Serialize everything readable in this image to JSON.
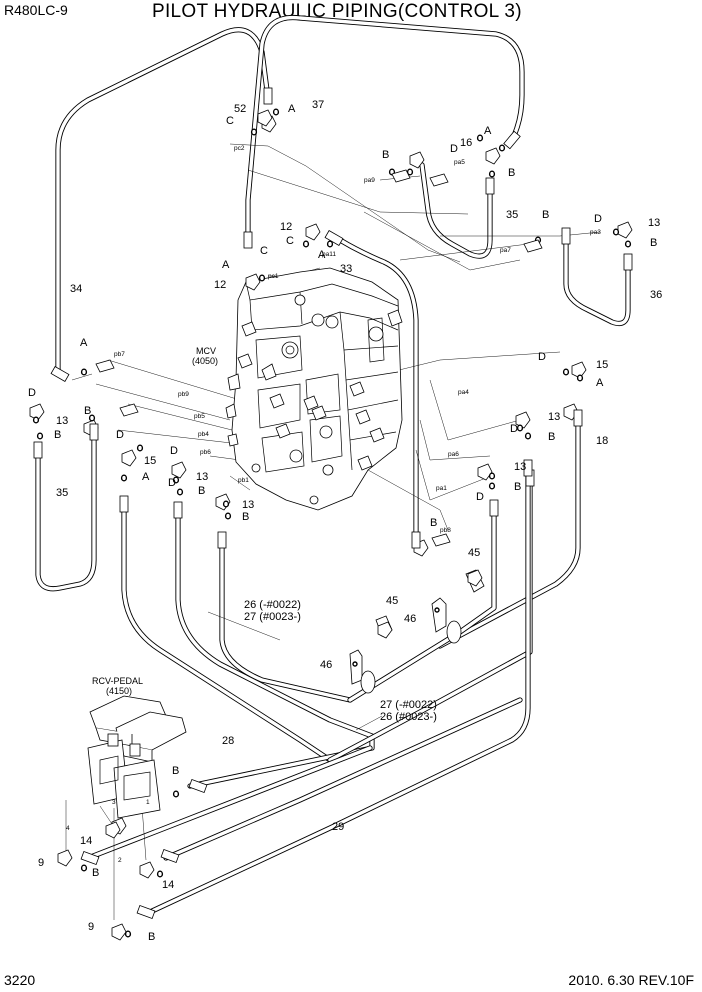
{
  "header": {
    "model": "R480LC-9",
    "title": "PILOT HYDRAULIC PIPING(CONTROL 3)"
  },
  "footer": {
    "page_number": "3220",
    "revision": "2010. 6.30  REV.10F"
  },
  "assemblies": {
    "mcv_name": "MCV",
    "mcv_code": "(4050)",
    "rcv_name": "RCV-PEDAL",
    "rcv_code": "(4150)"
  },
  "callouts": {
    "n52": "52",
    "n37": "37",
    "n16": "16",
    "n35a": "35",
    "n12a": "12",
    "n12b": "12",
    "n33": "33",
    "n13a": "13",
    "n36": "36",
    "n34": "34",
    "n15a": "15",
    "n13b": "13",
    "n13c": "13",
    "n15b": "15",
    "n13d": "13",
    "n13e": "13",
    "n13f": "13",
    "n18": "18",
    "n35b": "35",
    "n45a": "45",
    "n45b": "45",
    "n46a": "46",
    "n46b": "46",
    "n26a": "26 (-#0022)",
    "n27a": "27 (#0023-)",
    "n27b": "27 (-#0022)",
    "n26b": "26 (#0023-)",
    "n28": "28",
    "n29": "29",
    "n14a": "14",
    "n14b": "14",
    "n9a": "9",
    "n9b": "9"
  },
  "ports": [
    "pc2",
    "pc1",
    "pa11",
    "pa9",
    "pa5",
    "pa7",
    "pa3",
    "pb7",
    "pb9",
    "pb5",
    "pb4",
    "pb6",
    "pb1",
    "pa4",
    "pa6",
    "pa1",
    "pb8"
  ],
  "letters": {
    "A": "A",
    "B": "B",
    "C": "C",
    "D": "D"
  },
  "rcv_ports": [
    "1",
    "2",
    "3",
    "4"
  ]
}
